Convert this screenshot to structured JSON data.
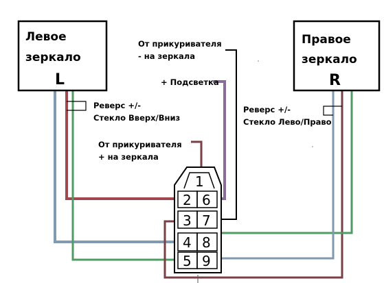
{
  "left_mirror": {
    "line1": "Левое",
    "line2": "зеркало",
    "letter": "L"
  },
  "right_mirror": {
    "line1": "Правое",
    "line2": "зеркало",
    "letter": "R"
  },
  "notes": {
    "cig_minus_1": "От прикуривателя",
    "cig_minus_2": "- на зеркала",
    "backlight": "+ Подсветка",
    "left_reverse_1": "Реверс +/-",
    "left_reverse_2": "Стекло Вверх/Вниз",
    "right_reverse_1": "Реверс +/-",
    "right_reverse_2": "Стекло Лево/Право",
    "cig_plus_1": "От прикуривателя",
    "cig_plus_2": "+ на зеркала"
  },
  "connector": {
    "pins": [
      "1",
      "2",
      "6",
      "3",
      "7",
      "4",
      "8",
      "5",
      "9"
    ]
  },
  "colors": {
    "red": "#a1474e",
    "blue": "#7f9ab2",
    "green": "#4f9b64",
    "purple": "#8a6c9a",
    "brown": "#7a3f45",
    "black": "#000000"
  }
}
